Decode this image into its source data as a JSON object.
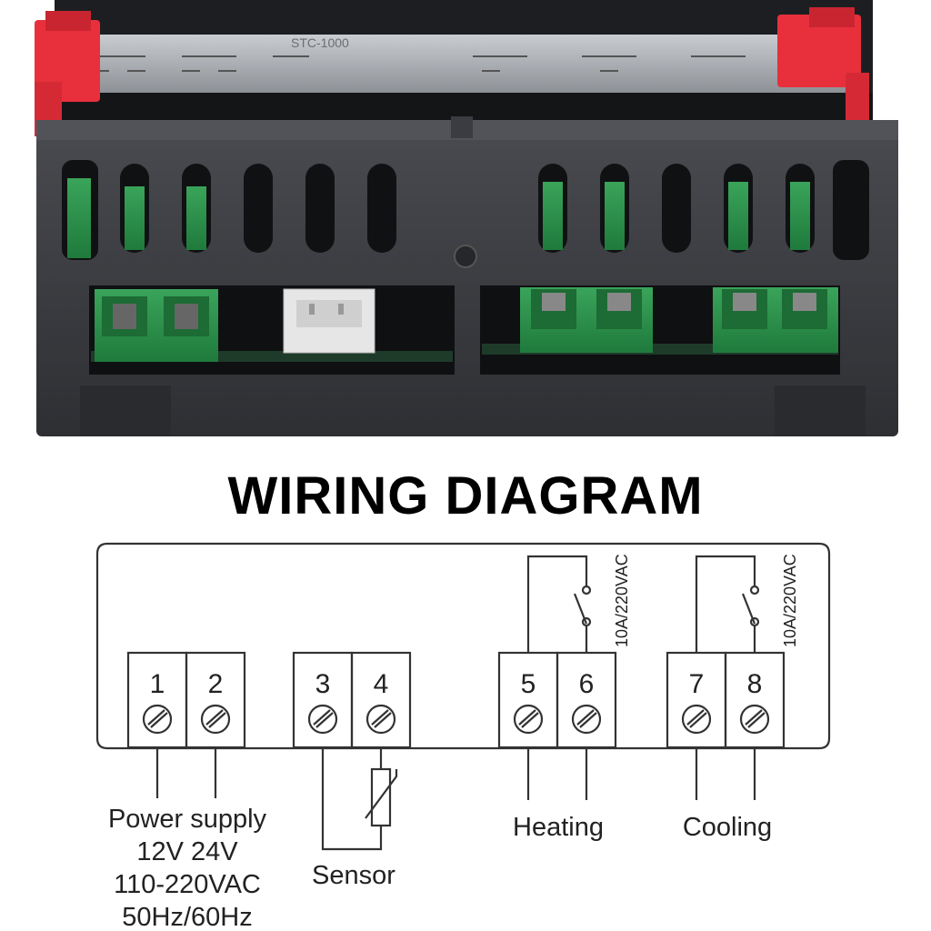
{
  "title": "WIRING DIAGRAM",
  "device": {
    "model_label": "STC-1000"
  },
  "terminals": [
    "1",
    "2",
    "3",
    "4",
    "5",
    "6",
    "7",
    "8"
  ],
  "relay_rating": "10A/220VAC",
  "labels": {
    "power": [
      "Power supply",
      "12V 24V",
      "110-220VAC",
      "50Hz/60Hz"
    ],
    "sensor": "Sensor",
    "heating": "Heating",
    "cooling": "Cooling"
  },
  "colors": {
    "housing": "#3a3b3f",
    "terminal_green": "#2e8b4a",
    "latch_red": "#e8303c",
    "line": "#333333"
  }
}
